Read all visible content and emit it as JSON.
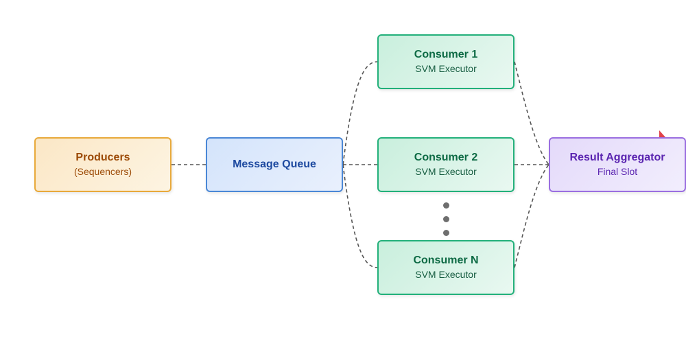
{
  "producers": {
    "title": "Producers",
    "subtitle": "(Sequencers)"
  },
  "queue": {
    "title": "Message Queue"
  },
  "consumers": [
    {
      "title": "Consumer 1",
      "subtitle": "SVM Executor"
    },
    {
      "title": "Consumer 2",
      "subtitle": "SVM Executor"
    },
    {
      "title": "Consumer N",
      "subtitle": "SVM Executor"
    }
  ],
  "aggregator": {
    "title": "Result Aggregator",
    "subtitle": "Final Slot"
  },
  "colors": {
    "edge": "#555555",
    "arrow_head": "#e0424b",
    "producers_border": "#e8a93a",
    "queue_border": "#4a87d6",
    "consumer_border": "#22b07a",
    "aggregator_border": "#9a6ee0"
  }
}
